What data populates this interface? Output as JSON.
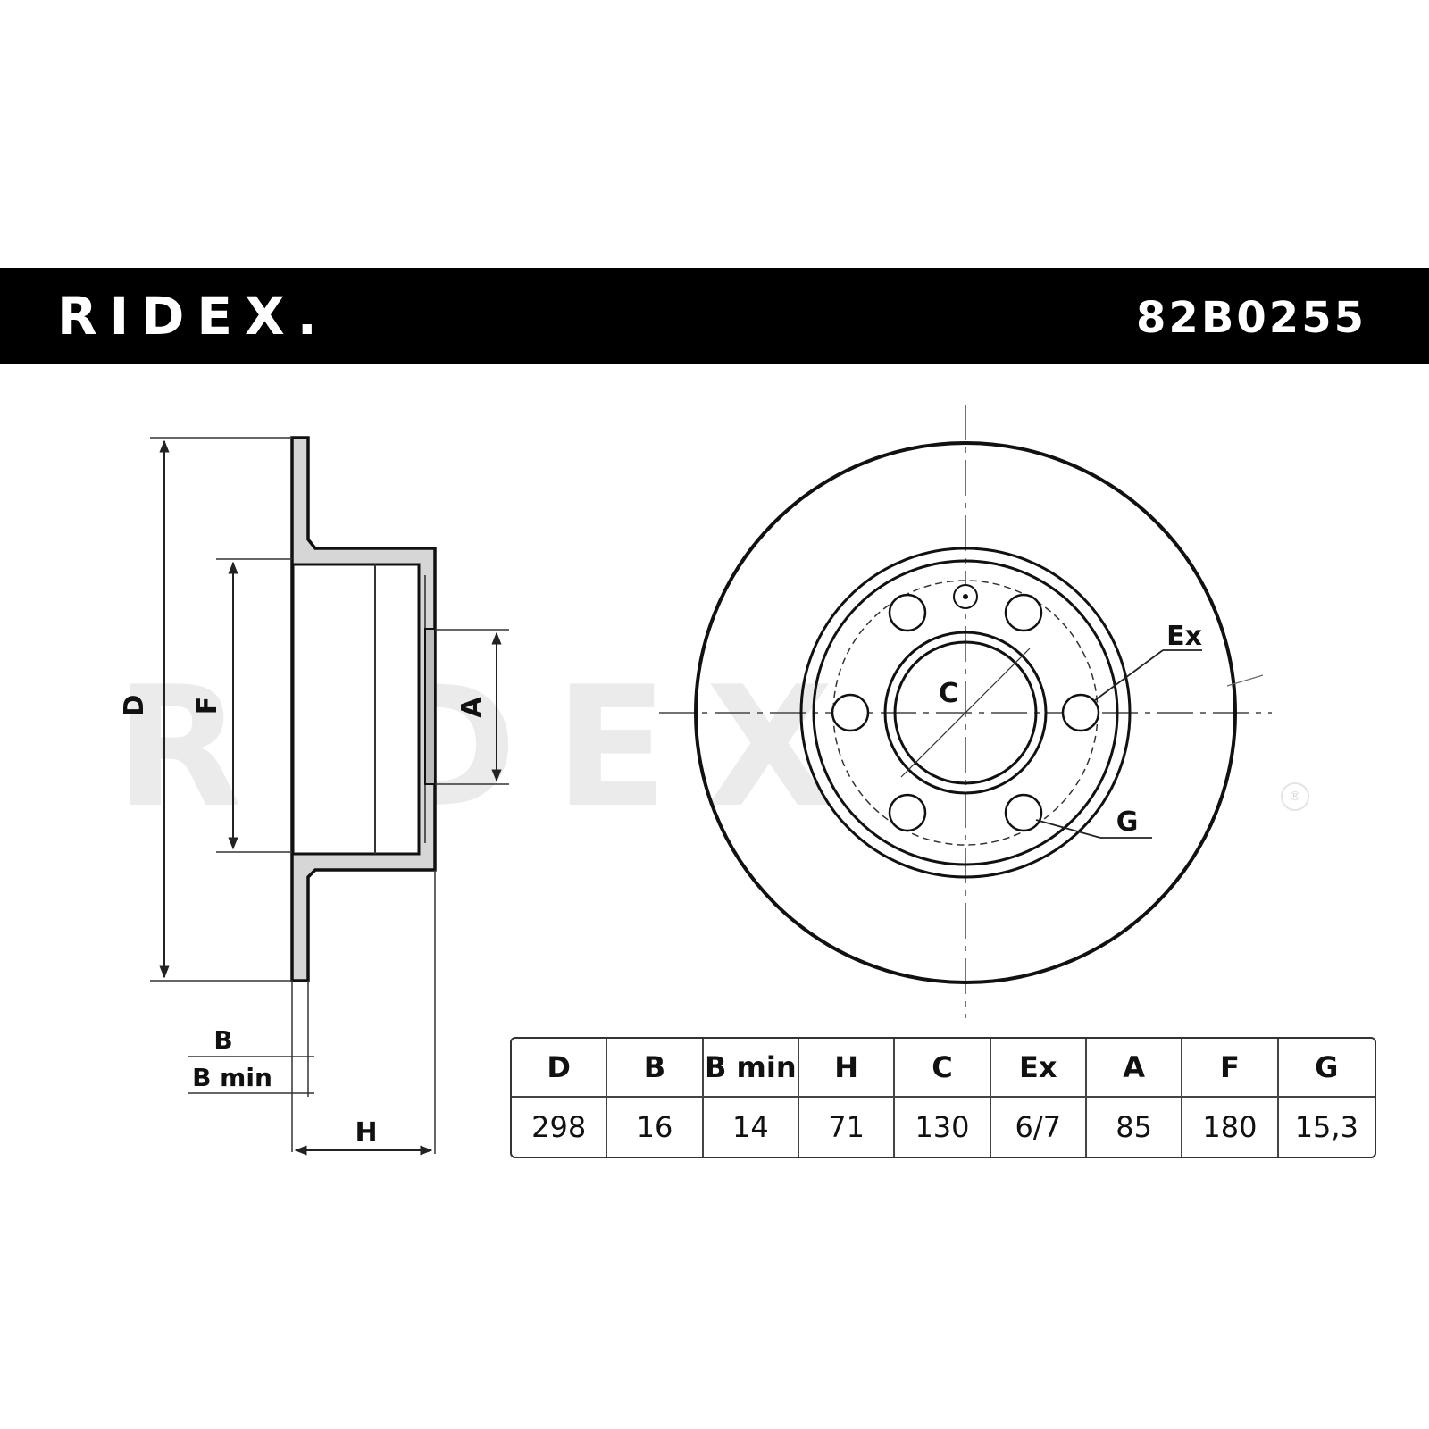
{
  "header": {
    "brand": "RIDEX.",
    "part_number": "82B0255"
  },
  "watermark": {
    "text": "RIDEX",
    "registered_mark": "®"
  },
  "side_view": {
    "label_d": "D",
    "label_f": "F",
    "label_a": "A",
    "label_b": "B",
    "label_bmin": "B min",
    "label_h": "H"
  },
  "front_view": {
    "label_c": "C",
    "label_ex": "Ex",
    "label_g": "G"
  },
  "spec_table": {
    "headers": [
      "D",
      "B",
      "B min",
      "H",
      "C",
      "Ex",
      "A",
      "F",
      "G"
    ],
    "values": [
      "298",
      "16",
      "14",
      "71",
      "130",
      "6/7",
      "85",
      "180",
      "15,3"
    ]
  },
  "colors": {
    "header_bg": "#000000",
    "header_text": "#ffffff",
    "line": "#111111",
    "disc_fill": "#d8d8d8",
    "watermark": "#ebebeb"
  }
}
